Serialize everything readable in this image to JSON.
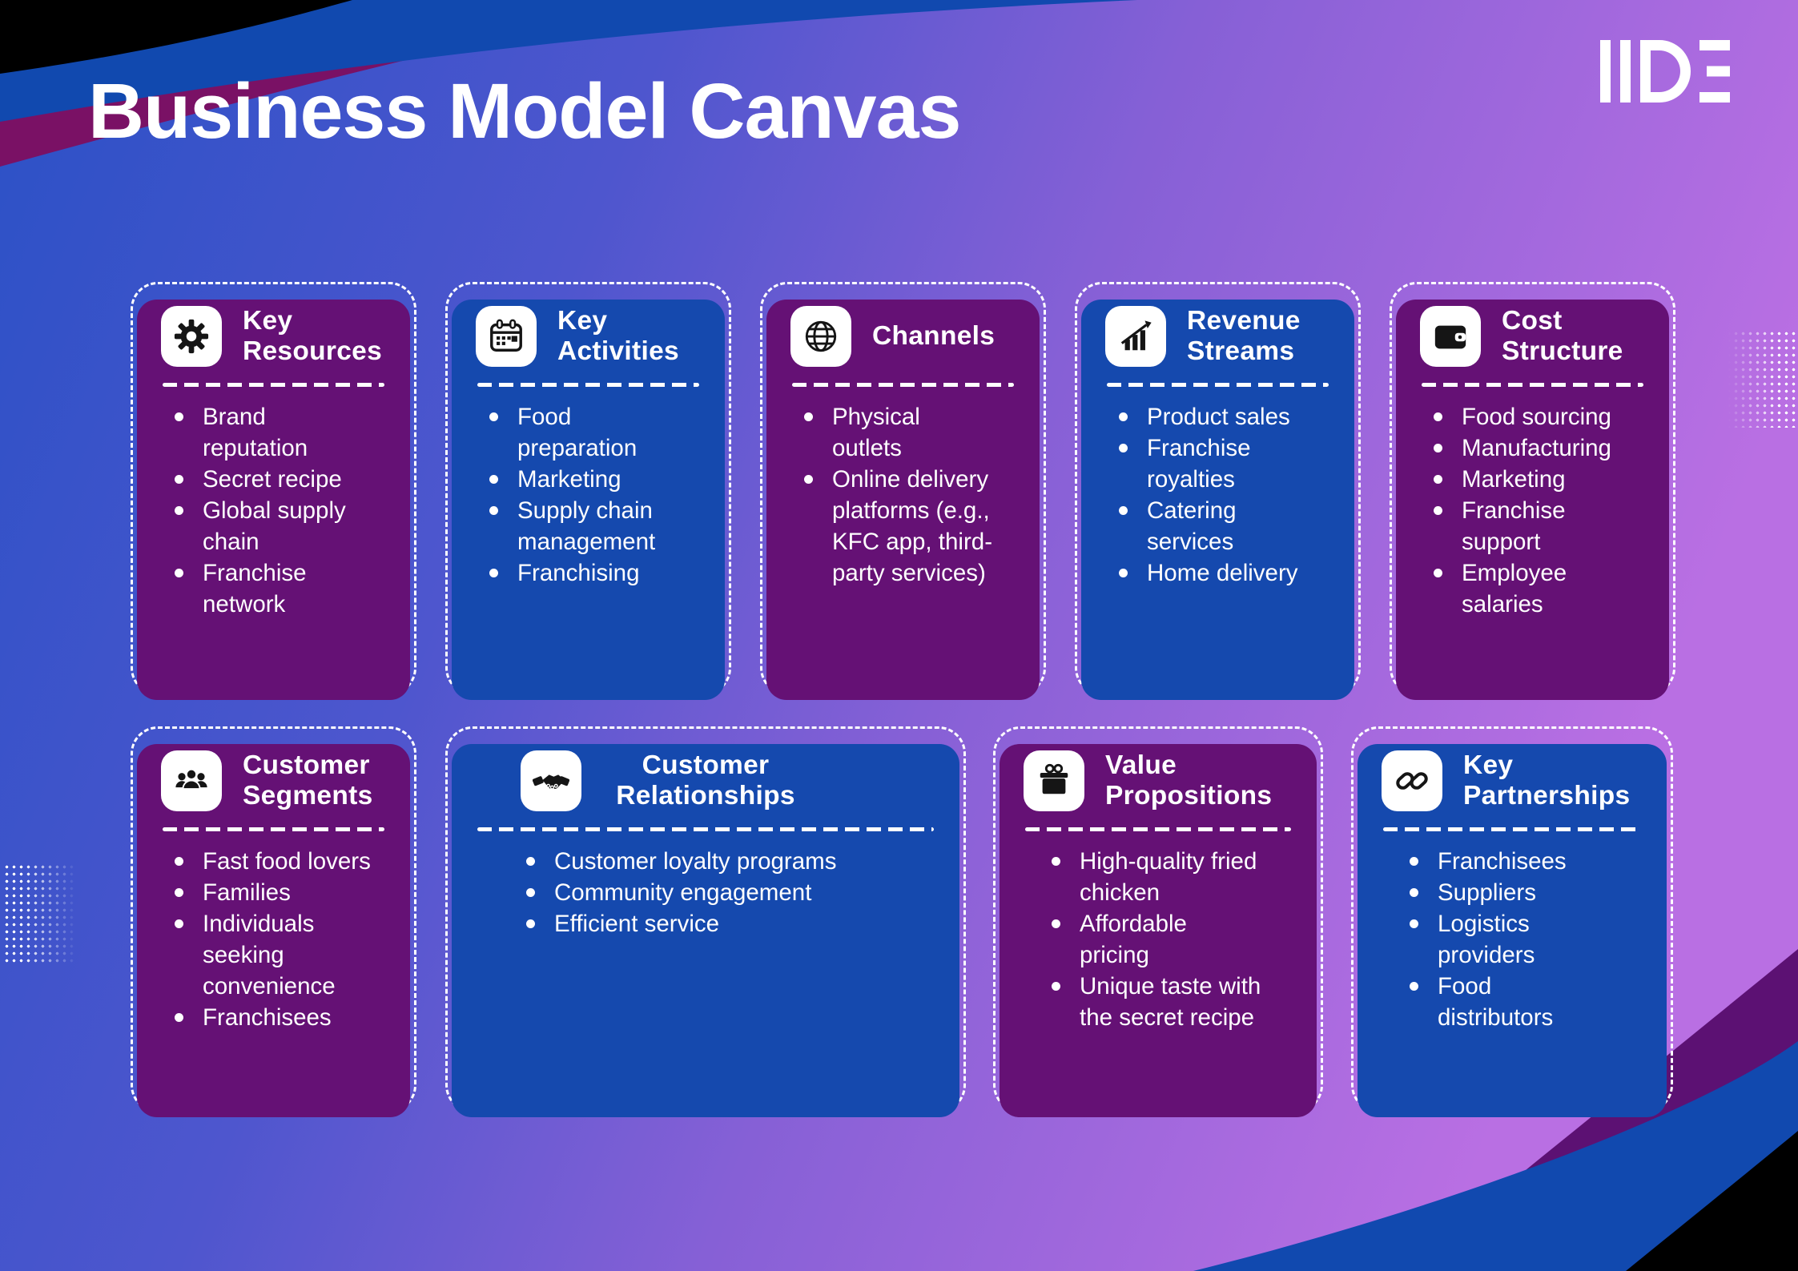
{
  "page": {
    "title": "Business Model Canvas",
    "logo_text": "IIDE"
  },
  "colors": {
    "background_blue": "#2B51C6",
    "background_purple": "#B96FE3",
    "card_purple": "#651175",
    "card_blue": "#1549AE",
    "corner_black": "#000000",
    "wave_blue": "#1149AF",
    "wave_magenta": "#7A1165",
    "wave_dark_purple": "#5C1173",
    "text_white": "#FFFFFF"
  },
  "cards": [
    {
      "id": "key-resources",
      "color": "purple",
      "icon": "gear-icon",
      "title": "Key Resources",
      "title_lines": [
        "Key",
        "Resources"
      ],
      "items": [
        {
          "text": "Brand reputation",
          "lines": [
            "Brand",
            "reputation"
          ]
        },
        {
          "text": "Secret recipe",
          "lines": [
            "Secret recipe"
          ]
        },
        {
          "text": "Global supply chain",
          "lines": [
            "Global supply",
            "chain"
          ]
        },
        {
          "text": "Franchise network",
          "lines": [
            "Franchise",
            "network"
          ]
        }
      ]
    },
    {
      "id": "key-activities",
      "color": "blue",
      "icon": "calendar-icon",
      "title": "Key Activities",
      "title_lines": [
        "Key",
        "Activities"
      ],
      "items": [
        {
          "text": "Food preparation",
          "lines": [
            "Food",
            "preparation"
          ]
        },
        {
          "text": "Marketing",
          "lines": [
            "Marketing"
          ]
        },
        {
          "text": "Supply chain management",
          "lines": [
            "Supply chain",
            "management"
          ]
        },
        {
          "text": "Franchising",
          "lines": [
            "Franchising"
          ]
        }
      ]
    },
    {
      "id": "channels",
      "color": "purple",
      "icon": "globe-icon",
      "title": "Channels",
      "title_lines": [
        "Channels"
      ],
      "items": [
        {
          "text": "Physical outlets",
          "lines": [
            "Physical",
            "outlets"
          ]
        },
        {
          "text": "Online delivery platforms (e.g., KFC app, third-party services)",
          "lines": [
            "Online delivery",
            "platforms (e.g.,",
            "KFC app, third-",
            "party services)"
          ]
        }
      ]
    },
    {
      "id": "revenue-streams",
      "color": "blue",
      "icon": "bar-chart-icon",
      "title": "Revenue Streams",
      "title_lines": [
        "Revenue",
        "Streams"
      ],
      "items": [
        {
          "text": "Product sales",
          "lines": [
            "Product sales"
          ]
        },
        {
          "text": "Franchise royalties",
          "lines": [
            "Franchise",
            "royalties"
          ]
        },
        {
          "text": "Catering services",
          "lines": [
            "Catering",
            "services"
          ]
        },
        {
          "text": "Home delivery",
          "lines": [
            "Home delivery"
          ]
        }
      ]
    },
    {
      "id": "cost-structure",
      "color": "purple",
      "icon": "wallet-icon",
      "title": "Cost Structure",
      "title_lines": [
        "Cost",
        "Structure"
      ],
      "items": [
        {
          "text": "Food sourcing",
          "lines": [
            "Food sourcing"
          ]
        },
        {
          "text": "Manufacturing",
          "lines": [
            "Manufacturing"
          ]
        },
        {
          "text": "Marketing",
          "lines": [
            "Marketing"
          ]
        },
        {
          "text": "Franchise support",
          "lines": [
            "Franchise",
            "support"
          ]
        },
        {
          "text": "Employee salaries",
          "lines": [
            "Employee",
            "salaries"
          ]
        }
      ]
    },
    {
      "id": "customer-segments",
      "color": "purple",
      "icon": "people-icon",
      "title": "Customer Segments",
      "title_lines": [
        "Customer",
        "Segments"
      ],
      "items": [
        {
          "text": "Fast food lovers",
          "lines": [
            "Fast food lovers"
          ]
        },
        {
          "text": "Families",
          "lines": [
            "Families"
          ]
        },
        {
          "text": "Individuals seeking convenience",
          "lines": [
            "Individuals",
            "seeking",
            "convenience"
          ]
        },
        {
          "text": "Franchisees",
          "lines": [
            "Franchisees"
          ]
        }
      ]
    },
    {
      "id": "customer-relationships",
      "color": "blue",
      "icon": "handshake-icon",
      "title": "Customer Relationships",
      "title_lines": [
        "Customer",
        "Relationships"
      ],
      "items": [
        {
          "text": "Customer loyalty programs",
          "lines": [
            "Customer loyalty programs"
          ]
        },
        {
          "text": "Community engagement",
          "lines": [
            "Community engagement"
          ]
        },
        {
          "text": "Efficient service",
          "lines": [
            "Efficient service"
          ]
        }
      ]
    },
    {
      "id": "value-propositions",
      "color": "purple",
      "icon": "gift-icon",
      "title": "Value Propositions",
      "title_lines": [
        "Value",
        "Propositions"
      ],
      "items": [
        {
          "text": "High-quality fried chicken",
          "lines": [
            "High-quality fried",
            "chicken"
          ]
        },
        {
          "text": "Affordable pricing",
          "lines": [
            "Affordable",
            "pricing"
          ]
        },
        {
          "text": "Unique taste with the secret recipe",
          "lines": [
            "Unique taste with",
            "the secret recipe"
          ]
        }
      ]
    },
    {
      "id": "key-partnerships",
      "color": "blue",
      "icon": "link-icon",
      "title": "Key Partnerships",
      "title_lines": [
        "Key",
        "Partnerships"
      ],
      "items": [
        {
          "text": "Franchisees",
          "lines": [
            "Franchisees"
          ]
        },
        {
          "text": "Suppliers",
          "lines": [
            "Suppliers"
          ]
        },
        {
          "text": "Logistics providers",
          "lines": [
            "Logistics",
            "providers"
          ]
        },
        {
          "text": "Food distributors",
          "lines": [
            "Food",
            "distributors"
          ]
        }
      ]
    }
  ]
}
